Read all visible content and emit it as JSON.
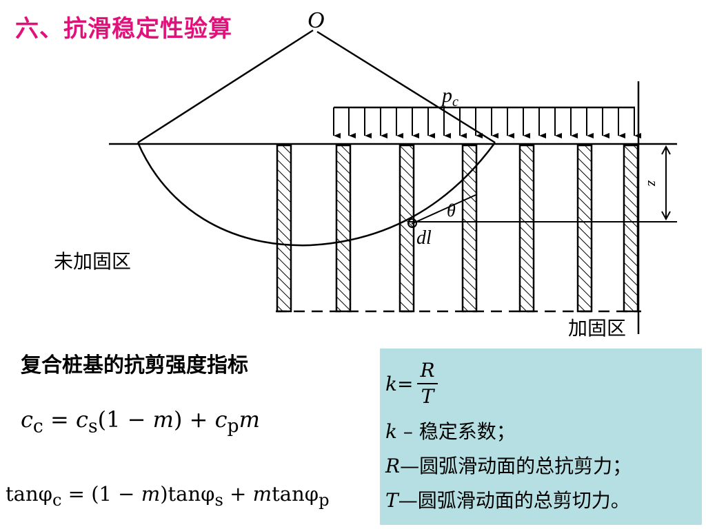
{
  "title": "六、抗滑稳定性验算",
  "diagram": {
    "center_label": "O",
    "load_label": "p",
    "load_sub": "c",
    "angle_label": "θ",
    "element_label": "dl",
    "depth_label": "z",
    "left_zone": "未加固区",
    "right_zone": "加固区"
  },
  "heading": "复合桩基的抗剪强度指标",
  "formula1": {
    "lhs": "c",
    "lhs_sub": "c",
    "eq": " = ",
    "t1": "c",
    "t1_sub": "s",
    "t1_rest": "(1 − ",
    "m1": "m",
    "close": ") + ",
    "t2": "c",
    "t2_sub": "p",
    "m2": "m"
  },
  "formula2": {
    "lhs": "tanφ",
    "lhs_sub": "c",
    "eq": " = (1 − ",
    "m1": "m",
    "mid": ")tanφ",
    "mid_sub": "s",
    "plus": " + ",
    "m2": "m",
    "tail": "tanφ",
    "tail_sub": "p"
  },
  "box": {
    "k": "k",
    "eq": " = ",
    "num": "R",
    "den": "T",
    "line1_var": "k",
    "line1_text": " – 稳定系数；",
    "line2_var": "R",
    "line2_text": "—圆弧滑动面的总抗剪力；",
    "line3_var": "T",
    "line3_text": "—圆弧滑动面的总剪切力。"
  },
  "colors": {
    "title": "#e0117a",
    "box_background": "#b5dfe2",
    "lines": "#000000"
  }
}
